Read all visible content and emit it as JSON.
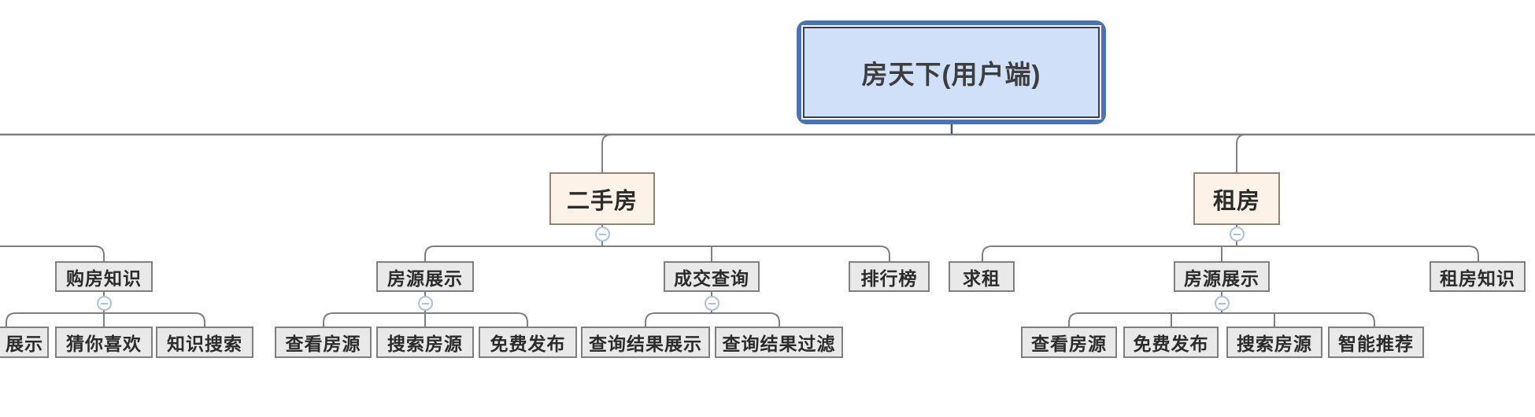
{
  "app": {
    "view": "mind-map-canvas"
  },
  "colors": {
    "root_fill": "#cfe0f8",
    "root_border": "#4a72b8",
    "root_inner_border": "#33415c",
    "branch_fill": "#fdf2e8",
    "branch_border": "#8d8475",
    "leaf_fill": "#e9e9e9",
    "leaf_border": "#7f7f7f",
    "connector": "#7f7f7f",
    "root_connector": "#42526b",
    "collapse_icon": "#aac0e8",
    "text": "#2b2b2b"
  },
  "icons": {
    "collapse": "minus-circle"
  },
  "tree": {
    "root": {
      "label": "房天下(用户端)"
    },
    "branches": {
      "offscreen_left": {
        "children": {
          "purchase_knowledge": {
            "label": "购房知识",
            "children": {
              "display_partial": {
                "label": "展示"
              },
              "guess_you_like": {
                "label": "猜你喜欢"
              },
              "knowledge_search": {
                "label": "知识搜索"
              }
            }
          }
        }
      },
      "secondhand": {
        "label": "二手房",
        "children": {
          "listing_display": {
            "label": "房源展示",
            "children": {
              "view_listing": {
                "label": "查看房源"
              },
              "search_listing": {
                "label": "搜索房源"
              },
              "free_publish": {
                "label": "免费发布"
              }
            }
          },
          "deal_query": {
            "label": "成交查询",
            "children": {
              "query_result_display": {
                "label": "查询结果展示"
              },
              "query_result_filter": {
                "label": "查询结果过滤"
              }
            }
          },
          "ranking": {
            "label": "排行榜"
          }
        }
      },
      "rent": {
        "label": "租房",
        "children": {
          "seek_rent": {
            "label": "求租"
          },
          "listing_display": {
            "label": "房源展示",
            "children": {
              "view_listing": {
                "label": "查看房源"
              },
              "free_publish": {
                "label": "免费发布"
              },
              "search_listing": {
                "label": "搜索房源"
              },
              "smart_recommend": {
                "label": "智能推荐"
              }
            }
          },
          "rent_knowledge": {
            "label": "租房知识"
          }
        }
      }
    }
  }
}
